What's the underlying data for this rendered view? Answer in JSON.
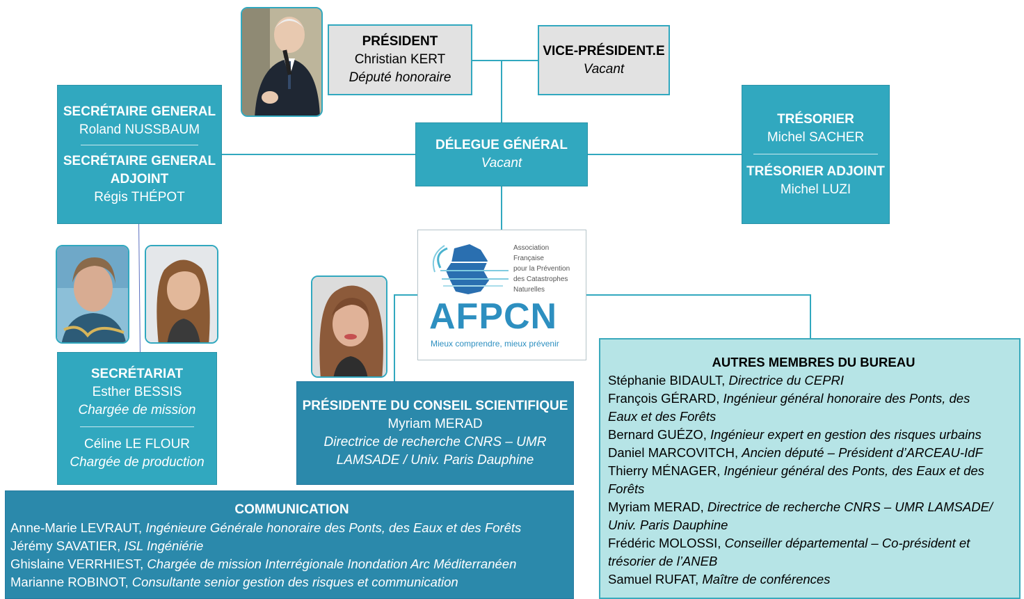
{
  "president": {
    "title": "PRÉSIDENT",
    "name": "Christian KERT",
    "role": "Député honoraire"
  },
  "vice_president": {
    "title": "VICE-PRÉSIDENT.E",
    "name": "Vacant"
  },
  "secretaire": {
    "title1": "SECRÉTAIRE GENERAL",
    "name1": "Roland NUSSBAUM",
    "title2a": "SECRÉTAIRE GENERAL",
    "title2b": "ADJOINT",
    "name2": "Régis THÉPOT"
  },
  "delegue": {
    "title": "DÉLEGUE GÉNÉRAL",
    "name": "Vacant"
  },
  "tresorier": {
    "title1": "TRÉSORIER",
    "name1": "Michel SACHER",
    "title2": "TRÉSORIER ADJOINT",
    "name2": "Michel LUZI"
  },
  "logo": {
    "tagline_lines": [
      "Association",
      "Française",
      "pour la Prévention",
      "des Catastrophes",
      "Naturelles"
    ],
    "acronym": "AFPCN",
    "slogan": "Mieux comprendre, mieux prévenir"
  },
  "secretariat": {
    "title": "SECRÉTARIAT",
    "name1": "Esther BESSIS",
    "role1": "Chargée de mission",
    "name2": "Céline LE FLOUR",
    "role2": "Chargée de production"
  },
  "conseil": {
    "title": "PRÉSIDENTE DU CONSEIL SCIENTIFIQUE",
    "name": "Myriam MERAD",
    "role1": "Directrice de recherche CNRS – UMR",
    "role2": "LAMSADE / Univ. Paris Dauphine"
  },
  "communication": {
    "title": "COMMUNICATION",
    "members": [
      {
        "name": "Anne-Marie LEVRAUT, ",
        "role": "Ingénieure Générale honoraire des Ponts, des Eaux et des Forêts"
      },
      {
        "name": "Jérémy SAVATIER, ",
        "role": "ISL Ingéniérie"
      },
      {
        "name": "Ghislaine VERRHIEST, ",
        "role": "Chargée de mission Interrégionale Inondation Arc Méditerranéen"
      },
      {
        "name": "Marianne ROBINOT, ",
        "role": "Consultante senior gestion des risques et communication"
      }
    ]
  },
  "bureau": {
    "title": "AUTRES MEMBRES DU BUREAU",
    "members": [
      {
        "name": "Stéphanie BIDAULT, ",
        "role": "Directrice du CEPRI"
      },
      {
        "name": "François GÉRARD, ",
        "role": "Ingénieur général honoraire des Ponts, des",
        "cont": "Eaux et des Forêts"
      },
      {
        "name": "Bernard GUÉZO, ",
        "role": "Ingénieur expert en gestion des risques urbains"
      },
      {
        "name": "Daniel MARCOVITCH, ",
        "role": "Ancien député – Président d’ARCEAU-IdF"
      },
      {
        "name": "Thierry MÉNAGER, ",
        "role": "Ingénieur général des Ponts, des Eaux et des",
        "cont": "Forêts"
      },
      {
        "name": "Myriam MERAD, ",
        "role": "Directrice de recherche CNRS – UMR LAMSADE/",
        "cont": "Univ. Paris Dauphine"
      },
      {
        "name": "Frédéric MOLOSSI, ",
        "role": "Conseiller départemental – Co-président et",
        "cont": "trésorier de l’ANEB"
      },
      {
        "name": "Samuel RUFAT, ",
        "role": "Maître de conférences"
      }
    ]
  },
  "colors": {
    "teal": "#31a8bf",
    "blue": "#2b89ab",
    "light": "#b6e4e6",
    "grey": "#e2e2e2"
  },
  "icons": {
    "president_photo": "person-with-microphone-photo",
    "secretariat_photo_1": "person-photo",
    "secretariat_photo_2": "person-photo",
    "conseil_photo": "person-photo"
  }
}
